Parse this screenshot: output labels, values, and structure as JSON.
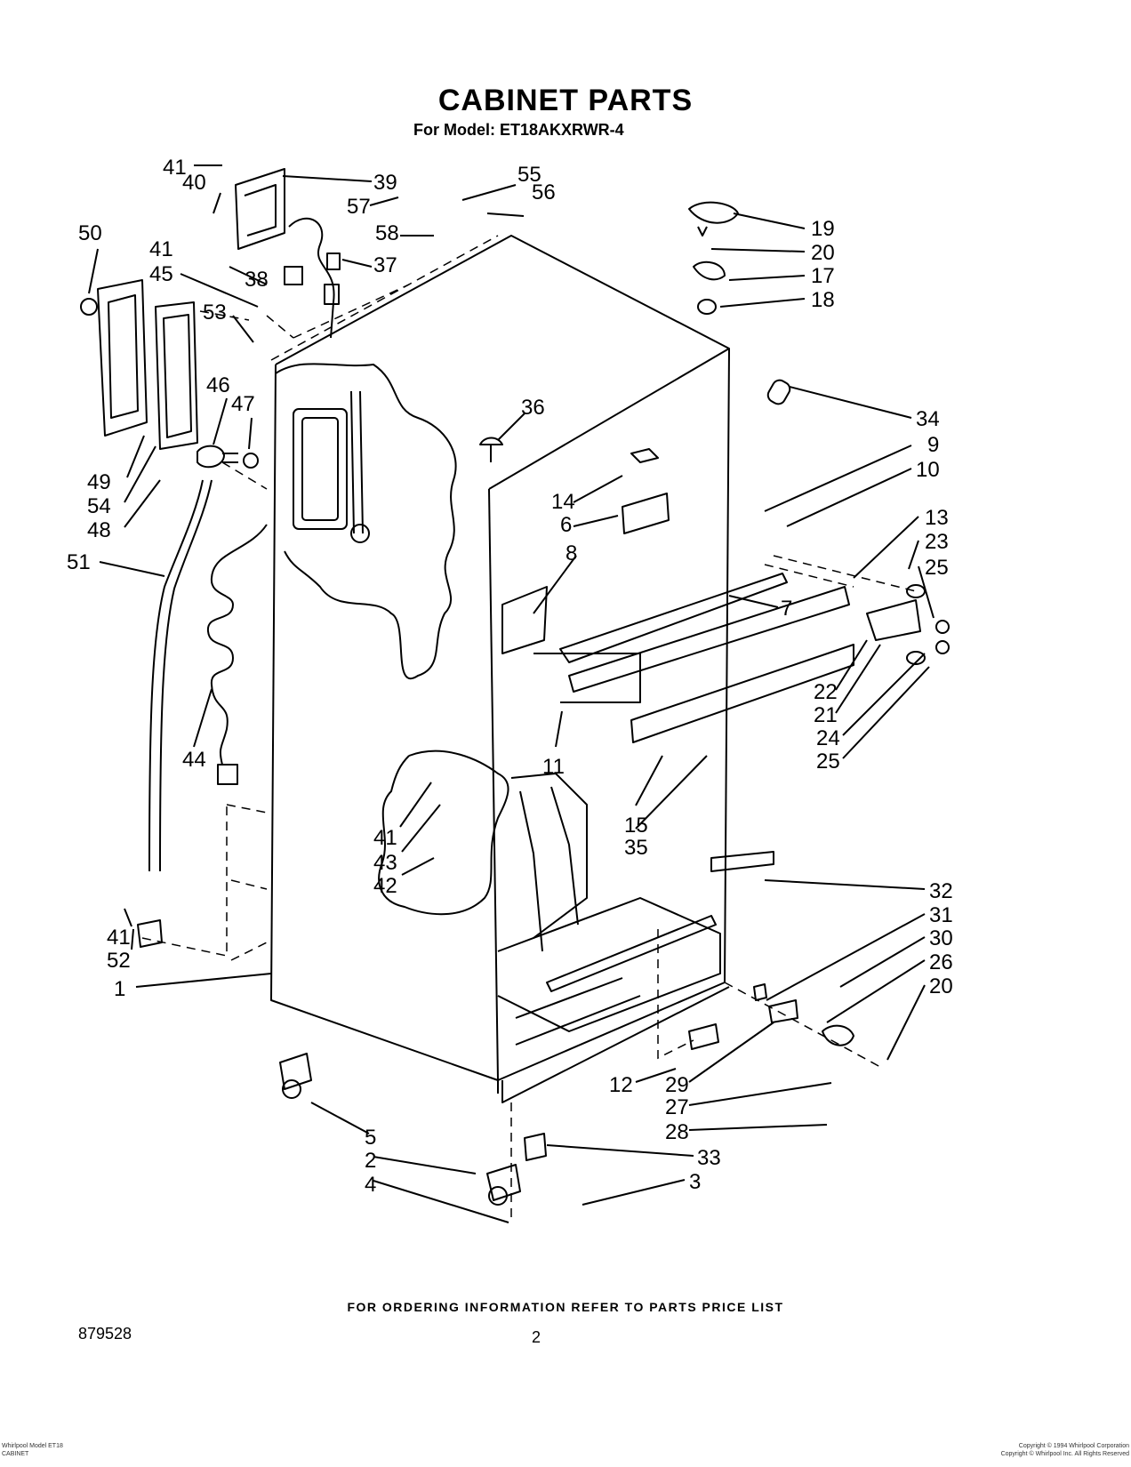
{
  "page": {
    "title": "CABINET PARTS",
    "model_line": "For Model: ET18AKXRWR-4",
    "footer_note": "FOR ORDERING INFORMATION REFER TO PARTS PRICE LIST",
    "doc_number": "879528",
    "page_number": "2",
    "fine_print_left": [
      "Whirlpool Model ET18",
      "CABINET"
    ],
    "fine_print_right": [
      "Copyright © 1994 Whirlpool Corporation",
      "Copyright © Whirlpool Inc. All Rights Reserved"
    ]
  },
  "callouts": [
    {
      "id": "c41a",
      "label": "41"
    },
    {
      "id": "c39",
      "label": "39"
    },
    {
      "id": "c55",
      "label": "55"
    },
    {
      "id": "c40",
      "label": "40"
    },
    {
      "id": "c57",
      "label": "57"
    },
    {
      "id": "c56",
      "label": "56"
    },
    {
      "id": "c50",
      "label": "50"
    },
    {
      "id": "c58",
      "label": "58"
    },
    {
      "id": "c41b",
      "label": "41"
    },
    {
      "id": "c37",
      "label": "37"
    },
    {
      "id": "c45",
      "label": "45"
    },
    {
      "id": "c38",
      "label": "38"
    },
    {
      "id": "c53",
      "label": "53"
    },
    {
      "id": "c19",
      "label": "19"
    },
    {
      "id": "c20a",
      "label": "20"
    },
    {
      "id": "c17",
      "label": "17"
    },
    {
      "id": "c18",
      "label": "18"
    },
    {
      "id": "c46",
      "label": "46"
    },
    {
      "id": "c47",
      "label": "47"
    },
    {
      "id": "c36",
      "label": "36"
    },
    {
      "id": "c34",
      "label": "34"
    },
    {
      "id": "c9",
      "label": "9"
    },
    {
      "id": "c10",
      "label": "10"
    },
    {
      "id": "c49",
      "label": "49"
    },
    {
      "id": "c54",
      "label": "54"
    },
    {
      "id": "c48",
      "label": "48"
    },
    {
      "id": "c14",
      "label": "14"
    },
    {
      "id": "c6",
      "label": "6"
    },
    {
      "id": "c51",
      "label": "51"
    },
    {
      "id": "c13",
      "label": "13"
    },
    {
      "id": "c23",
      "label": "23"
    },
    {
      "id": "c8",
      "label": "8"
    },
    {
      "id": "c25a",
      "label": "25"
    },
    {
      "id": "c7",
      "label": "7"
    },
    {
      "id": "c22",
      "label": "22"
    },
    {
      "id": "c21",
      "label": "21"
    },
    {
      "id": "c24",
      "label": "24"
    },
    {
      "id": "c25b",
      "label": "25"
    },
    {
      "id": "c11",
      "label": "11"
    },
    {
      "id": "c44",
      "label": "44"
    },
    {
      "id": "c15",
      "label": "15"
    },
    {
      "id": "c35",
      "label": "35"
    },
    {
      "id": "c41c",
      "label": "41"
    },
    {
      "id": "c43",
      "label": "43"
    },
    {
      "id": "c42",
      "label": "42"
    },
    {
      "id": "c32",
      "label": "32"
    },
    {
      "id": "c31",
      "label": "31"
    },
    {
      "id": "c41d",
      "label": "41"
    },
    {
      "id": "c30",
      "label": "30"
    },
    {
      "id": "c52",
      "label": "52"
    },
    {
      "id": "c26",
      "label": "26"
    },
    {
      "id": "c1",
      "label": "1"
    },
    {
      "id": "c20b",
      "label": "20"
    },
    {
      "id": "c12",
      "label": "12"
    },
    {
      "id": "c29",
      "label": "29"
    },
    {
      "id": "c27",
      "label": "27"
    },
    {
      "id": "c5",
      "label": "5"
    },
    {
      "id": "c28",
      "label": "28"
    },
    {
      "id": "c2",
      "label": "2"
    },
    {
      "id": "c33",
      "label": "33"
    },
    {
      "id": "c4",
      "label": "4"
    },
    {
      "id": "c3",
      "label": "3"
    }
  ]
}
